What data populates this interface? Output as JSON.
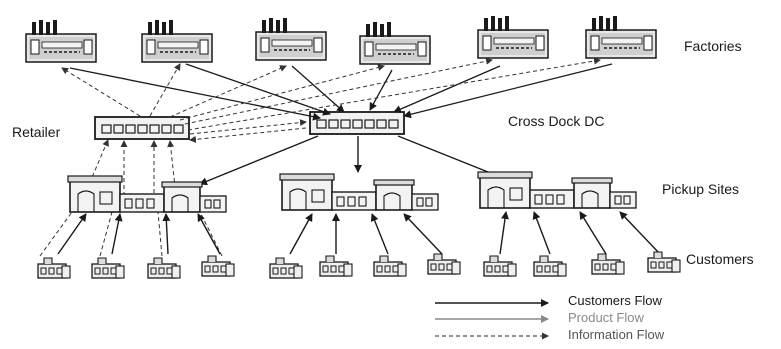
{
  "labels": {
    "factories": "Factories",
    "retailer": "Retailer",
    "cross_dock": "Cross Dock DC",
    "pickup_sites": "Pickup Sites",
    "customers": "Customers"
  },
  "legend": [
    {
      "label": "Customers Flow",
      "style": "solid",
      "color": "#1a1a1a"
    },
    {
      "label": "Product Flow",
      "style": "solid",
      "color": "#8a8a8a"
    },
    {
      "label": "Information Flow",
      "style": "dashed",
      "color": "#555555"
    }
  ],
  "colors": {
    "ink": "#1a1a1a",
    "grey": "#8a8a8a",
    "paper": "#ffffff"
  }
}
